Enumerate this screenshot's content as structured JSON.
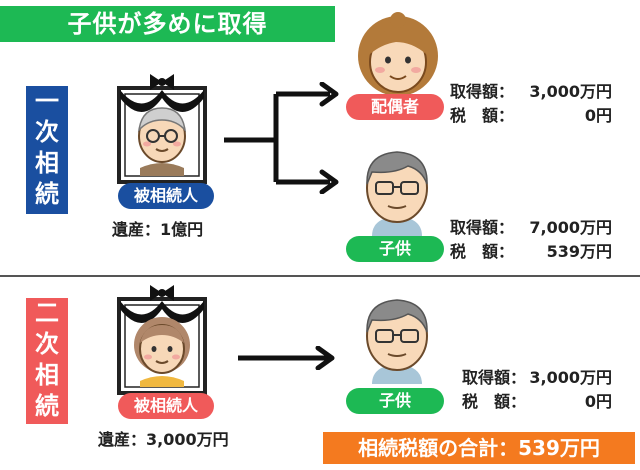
{
  "title": "子供が多めに取得",
  "first": {
    "label": [
      "一",
      "次",
      "相",
      "続"
    ],
    "decedent_badge": "被相続人",
    "estate": "遺産：1億円",
    "spouse": {
      "badge": "配偶者",
      "acquired_label": "取得額：",
      "acquired_value": "3,000万円",
      "tax_label": "税　額：",
      "tax_value": "0円"
    },
    "child": {
      "badge": "子供",
      "acquired_label": "取得額：",
      "acquired_value": "7,000万円",
      "tax_label": "税　額：",
      "tax_value": "539万円"
    }
  },
  "second": {
    "label": [
      "二",
      "次",
      "相",
      "続"
    ],
    "decedent_badge": "被相続人",
    "estate": "遺産：3,000万円",
    "child": {
      "badge": "子供",
      "acquired_label": "取得額：",
      "acquired_value": "3,000万円",
      "tax_label": "税　額：",
      "tax_value": "0円"
    }
  },
  "total": "相続税額の合計：539万円",
  "colors": {
    "green": "#1db954",
    "blue": "#1a4fa0",
    "red": "#f05a5a",
    "orange": "#f47a1f"
  }
}
